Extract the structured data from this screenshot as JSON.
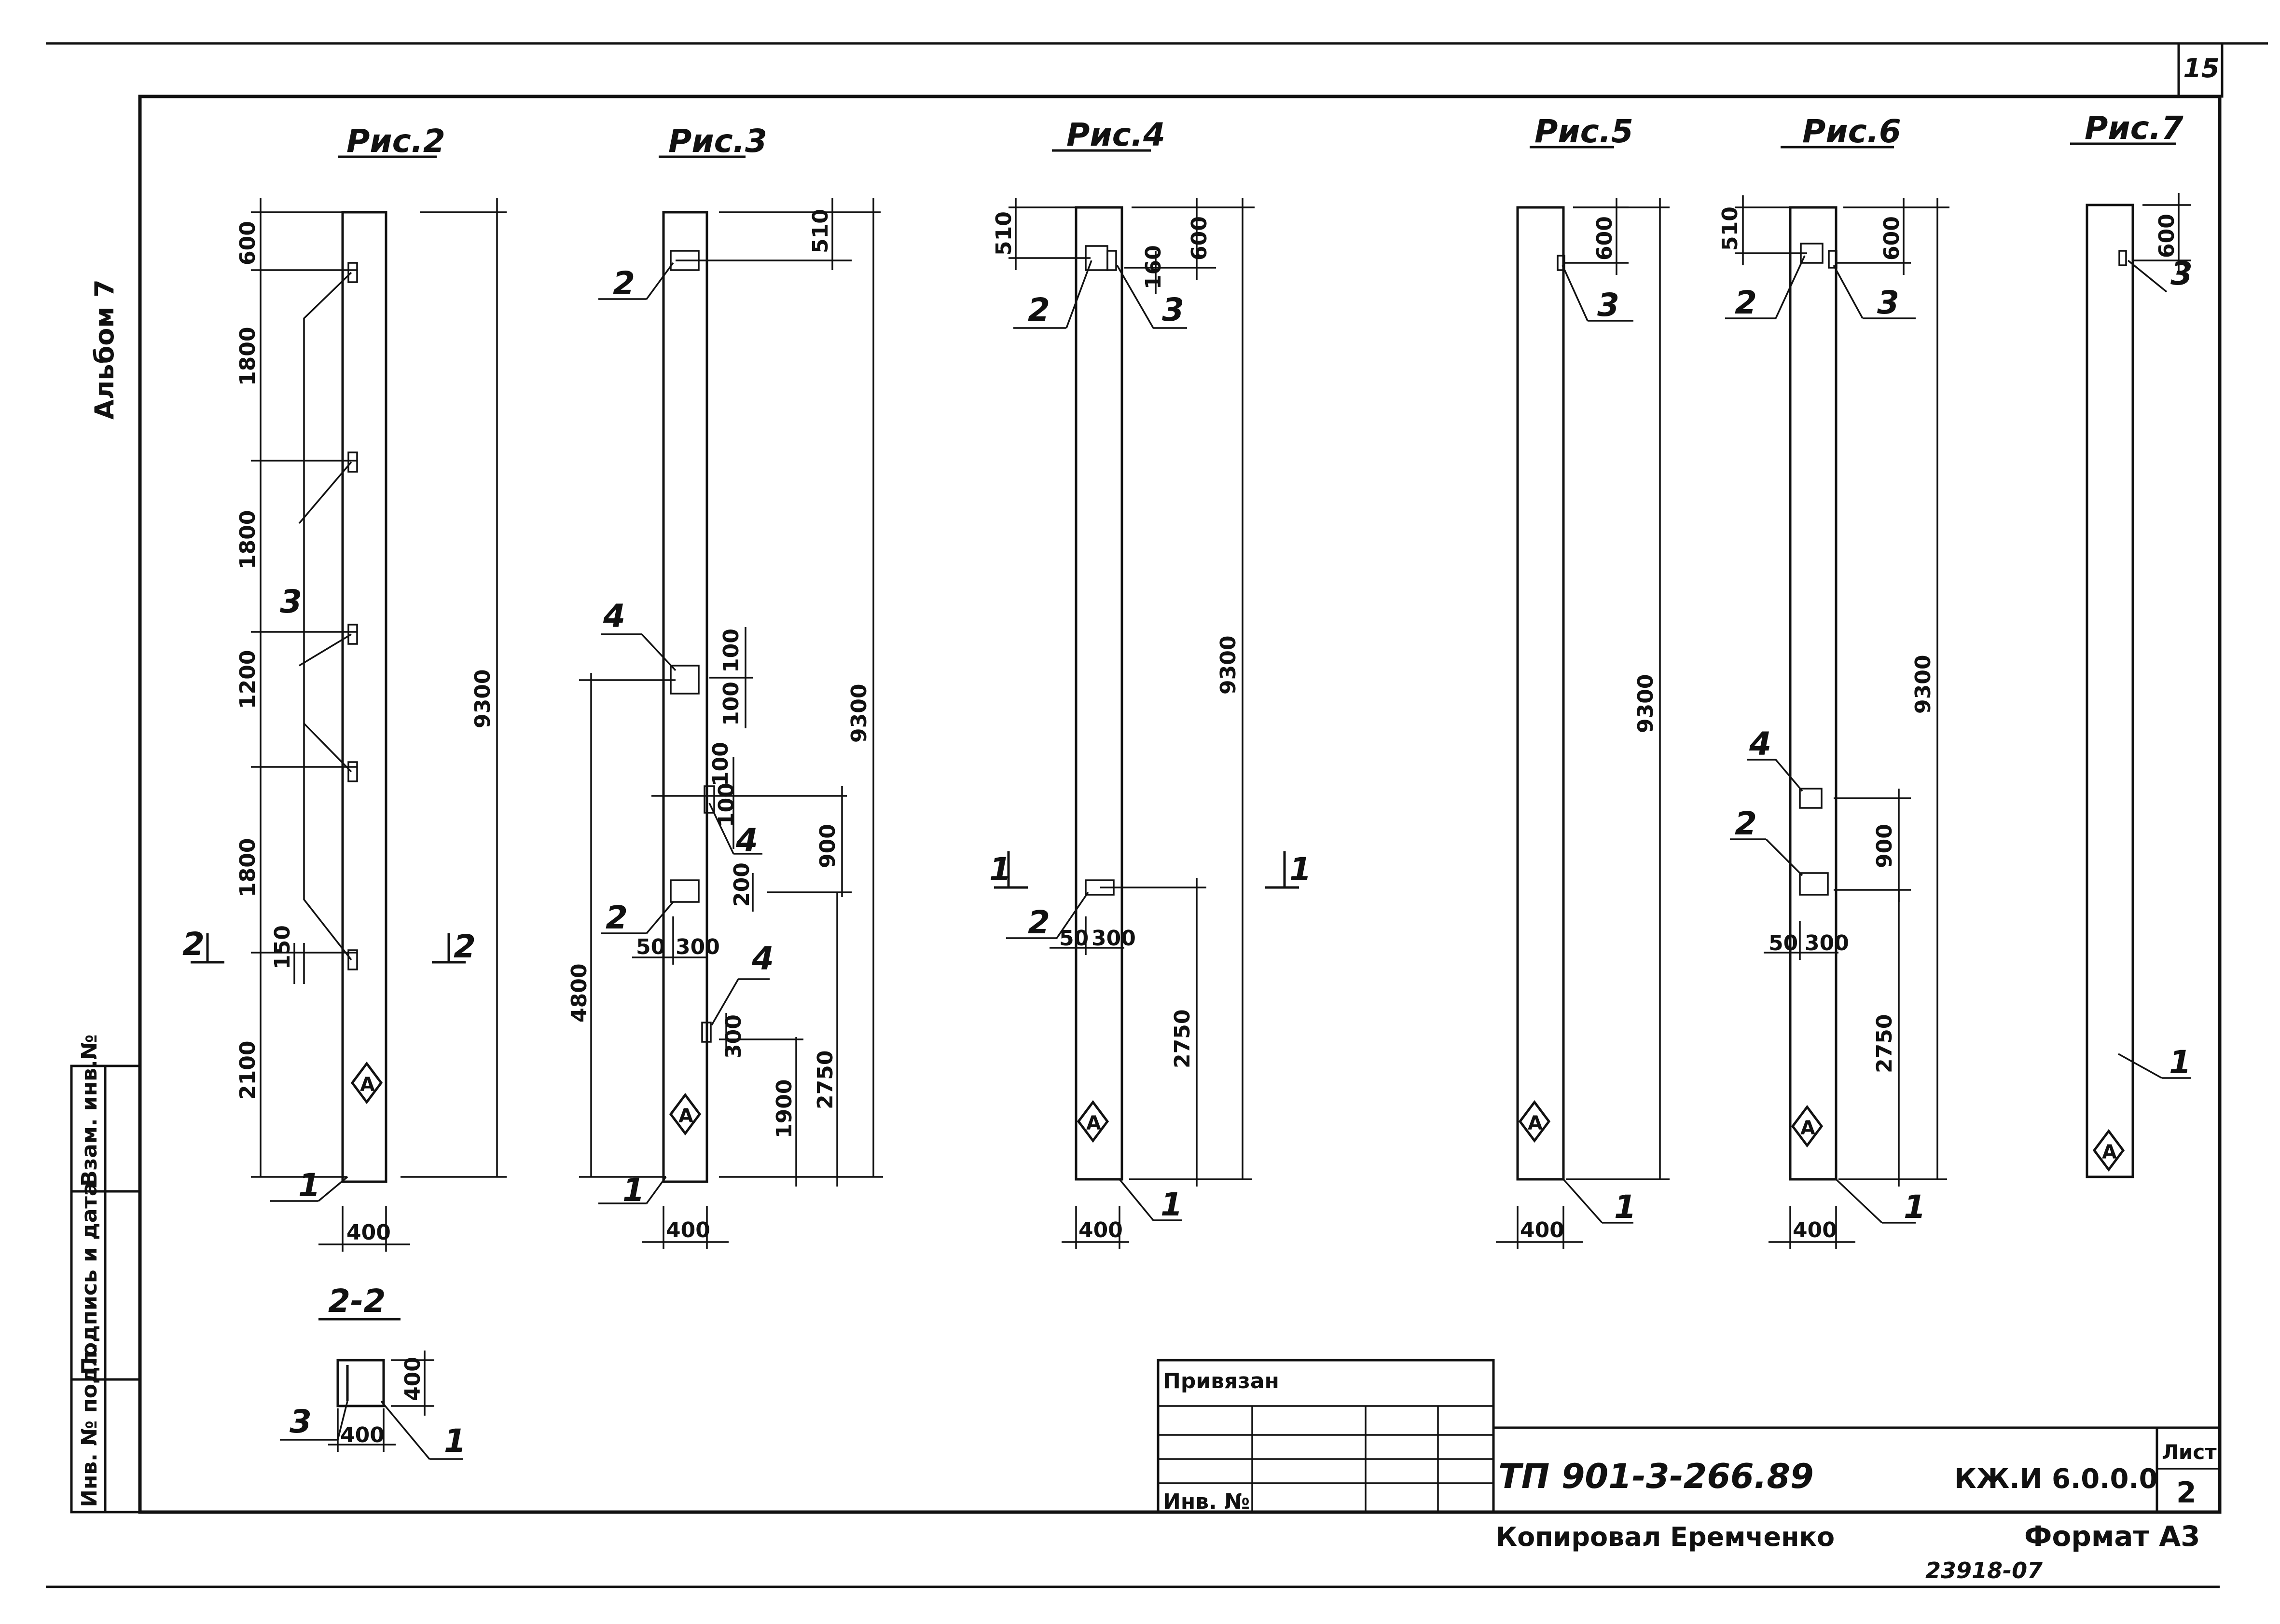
{
  "sheet": {
    "page_number": "15",
    "album": "Альбом 7",
    "side_stamp": [
      "Инв. № подл.",
      "Подпись и дата",
      "Взам. инв.№"
    ],
    "title_block": {
      "privyazan": "Привязан",
      "inv_no": "Инв. №",
      "project_code": "ТП 901-3-266.89",
      "doc_code": "КЖ.И 6.0.0.0",
      "sheet_label": "Лист",
      "sheet_number": "2"
    },
    "copied_by": "Копировал  Еремченко",
    "format": "Формат А3",
    "archive_number": "23918-07"
  },
  "figures": [
    {
      "label": "Рис.2",
      "total": "9300",
      "width": "400",
      "dims": [
        "600",
        "1800",
        "1800",
        "1200",
        "1800",
        "150",
        "2100"
      ],
      "markers": [
        "3",
        "1"
      ],
      "section_mark": "2",
      "mark": "A"
    },
    {
      "label": "Рис.3",
      "total": "9300",
      "width": "400",
      "dims": [
        "510",
        "100",
        "100",
        "4800",
        "100",
        "100",
        "900",
        "200",
        "50",
        "300",
        "300",
        "2750",
        "1900"
      ],
      "markers": [
        "2",
        "4",
        "4",
        "2",
        "4",
        "1"
      ],
      "mark": "A"
    },
    {
      "label": "Рис.4",
      "total": "9300",
      "width": "400",
      "dims": [
        "510",
        "600",
        "160",
        "50",
        "300",
        "2750"
      ],
      "markers": [
        "2",
        "3",
        "2",
        "1"
      ],
      "section_mark": "1",
      "mark": "A"
    },
    {
      "label": "Рис.5",
      "total": "9300",
      "width": "400",
      "dims": [
        "600"
      ],
      "markers": [
        "3",
        "1"
      ],
      "mark": "A"
    },
    {
      "label": "Рис.6",
      "total": "9300",
      "width": "400",
      "dims": [
        "510",
        "600",
        "900",
        "50",
        "300",
        "2750"
      ],
      "markers": [
        "2",
        "3",
        "4",
        "2",
        "1"
      ],
      "mark": "A"
    },
    {
      "label": "Рис.7",
      "dims": [
        "600"
      ],
      "markers": [
        "3",
        "1"
      ],
      "mark": "A"
    }
  ],
  "section_2_2": {
    "label": "2-2",
    "dims": [
      "400",
      "400"
    ],
    "markers": [
      "3",
      "1"
    ]
  }
}
